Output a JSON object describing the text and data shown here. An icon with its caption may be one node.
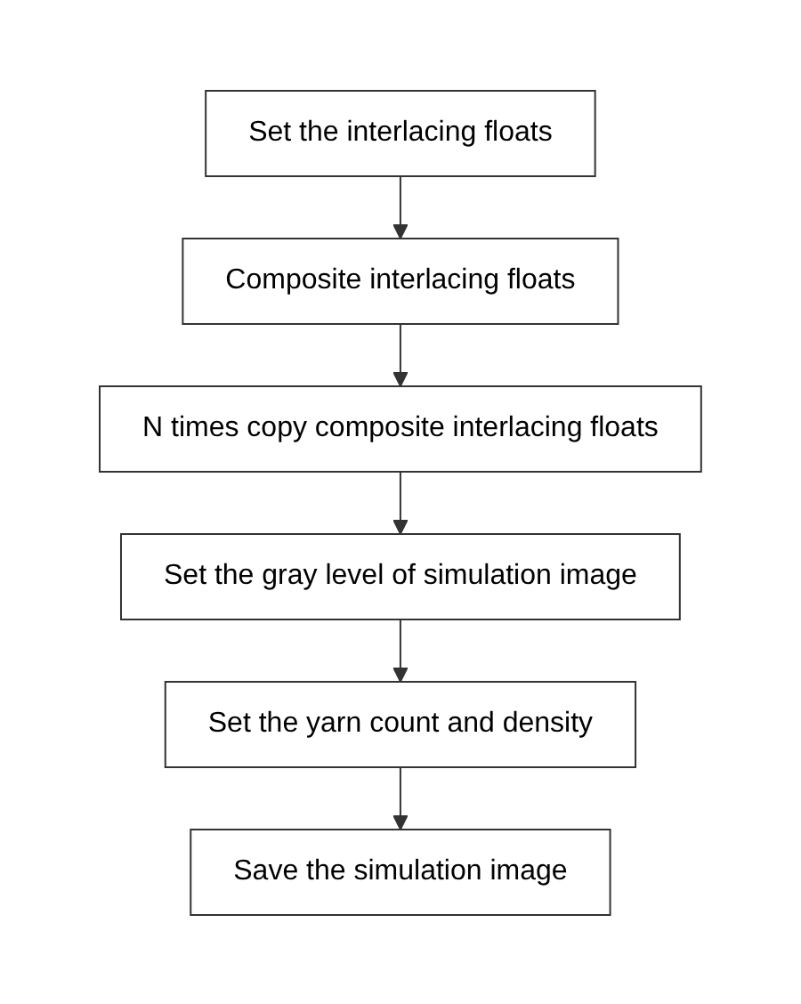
{
  "diagram": {
    "nodes": [
      {
        "text": [
          "Set the interlacing floats"
        ]
      },
      {
        "text": [
          "Composite interlacing floats"
        ]
      },
      {
        "text": [
          "N times copy composite interlacing floats"
        ]
      },
      {
        "text": [
          "Set the gray level of simulation image"
        ]
      },
      {
        "text": [
          "Set the yarn count and density"
        ]
      },
      {
        "text": [
          "Save the simulation image"
        ]
      }
    ],
    "edges": [
      {
        "from": 0,
        "to": 1,
        "arrow": "to"
      },
      {
        "from": 1,
        "to": 2,
        "arrow": "to"
      },
      {
        "from": 2,
        "to": 3,
        "arrow": "to"
      },
      {
        "from": 3,
        "to": 4,
        "arrow": "to"
      },
      {
        "from": 4,
        "to": 5,
        "arrow": "to"
      }
    ]
  }
}
